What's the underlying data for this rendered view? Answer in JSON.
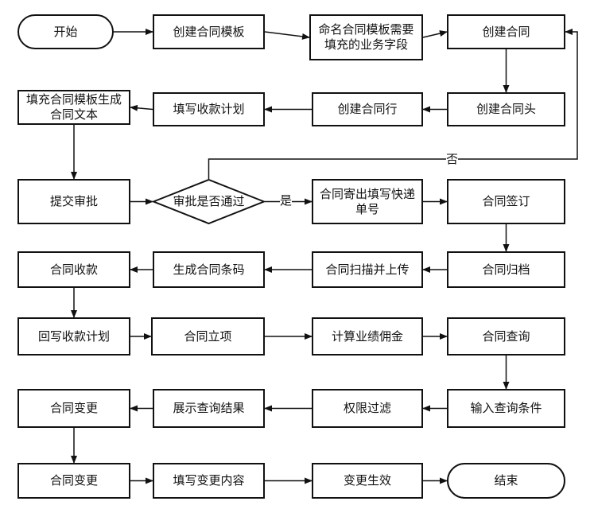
{
  "nodes": [
    {
      "id": "n_start",
      "text": "开始",
      "shape": "terminal"
    },
    {
      "id": "n_template",
      "text": "创建合同模板"
    },
    {
      "id": "n_fields",
      "text": "命名合同模板需要填充的业务字段"
    },
    {
      "id": "n_create",
      "text": "创建合同"
    },
    {
      "id": "n_fill",
      "text": "填充合同模板生成合同文本"
    },
    {
      "id": "n_plan",
      "text": "填写收款计划"
    },
    {
      "id": "n_line",
      "text": "创建合同行"
    },
    {
      "id": "n_head",
      "text": "创建合同头"
    },
    {
      "id": "n_submit",
      "text": "提交审批"
    },
    {
      "id": "n_approve",
      "text": "审批是否通过",
      "shape": "diamond"
    },
    {
      "id": "n_mail",
      "text": "合同寄出填写快递单号"
    },
    {
      "id": "n_sign",
      "text": "合同签订"
    },
    {
      "id": "n_collect",
      "text": "合同收款"
    },
    {
      "id": "n_barcode",
      "text": "生成合同条码"
    },
    {
      "id": "n_scan",
      "text": "合同扫描并上传"
    },
    {
      "id": "n_archive",
      "text": "合同归档"
    },
    {
      "id": "n_writeback",
      "text": "回写收款计划"
    },
    {
      "id": "n_project",
      "text": "合同立项"
    },
    {
      "id": "n_commission",
      "text": "计算业绩佣金"
    },
    {
      "id": "n_query",
      "text": "合同查询"
    },
    {
      "id": "n_change1",
      "text": "合同变更"
    },
    {
      "id": "n_result",
      "text": "展示查询结果"
    },
    {
      "id": "n_filter",
      "text": "权限过滤"
    },
    {
      "id": "n_input",
      "text": "输入查询条件"
    },
    {
      "id": "n_change2",
      "text": "合同变更"
    },
    {
      "id": "n_fillchange",
      "text": "填写变更内容"
    },
    {
      "id": "n_effect",
      "text": "变更生效"
    },
    {
      "id": "n_end",
      "text": "结束",
      "shape": "terminal"
    }
  ],
  "edges": [
    {
      "from": "n_start",
      "to": "n_template"
    },
    {
      "from": "n_template",
      "to": "n_fields"
    },
    {
      "from": "n_fields",
      "to": "n_create"
    },
    {
      "from": "n_create",
      "to": "n_head"
    },
    {
      "from": "n_head",
      "to": "n_line"
    },
    {
      "from": "n_line",
      "to": "n_plan"
    },
    {
      "from": "n_plan",
      "to": "n_fill"
    },
    {
      "from": "n_fill",
      "to": "n_submit"
    },
    {
      "from": "n_submit",
      "to": "n_approve"
    },
    {
      "from": "n_approve",
      "to": "n_mail",
      "label": "是"
    },
    {
      "from": "n_approve",
      "to": "n_create",
      "label": "否"
    },
    {
      "from": "n_mail",
      "to": "n_sign"
    },
    {
      "from": "n_sign",
      "to": "n_archive"
    },
    {
      "from": "n_archive",
      "to": "n_scan"
    },
    {
      "from": "n_scan",
      "to": "n_barcode"
    },
    {
      "from": "n_barcode",
      "to": "n_collect"
    },
    {
      "from": "n_collect",
      "to": "n_writeback"
    },
    {
      "from": "n_writeback",
      "to": "n_project"
    },
    {
      "from": "n_project",
      "to": "n_commission"
    },
    {
      "from": "n_commission",
      "to": "n_query"
    },
    {
      "from": "n_query",
      "to": "n_input"
    },
    {
      "from": "n_input",
      "to": "n_filter"
    },
    {
      "from": "n_filter",
      "to": "n_result"
    },
    {
      "from": "n_result",
      "to": "n_change1"
    },
    {
      "from": "n_change1",
      "to": "n_change2"
    },
    {
      "from": "n_change2",
      "to": "n_fillchange"
    },
    {
      "from": "n_fillchange",
      "to": "n_effect"
    },
    {
      "from": "n_effect",
      "to": "n_end"
    }
  ]
}
